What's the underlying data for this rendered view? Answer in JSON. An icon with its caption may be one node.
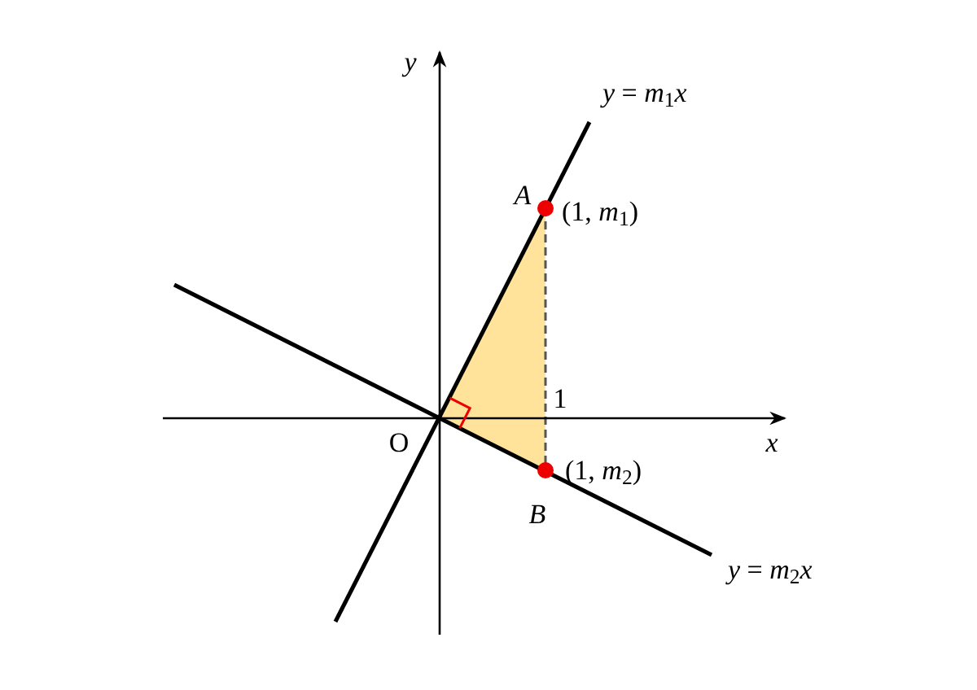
{
  "diagram": {
    "labels": [
      "*y*",
      "*y* = *m*$_{1}$*x*",
      "*A*",
      "(1, *m*$_{1}$)",
      "1",
      "O",
      "*x*",
      "(1, *m*$_{2}$)",
      "*B*",
      "*y* = *m*$_{2}$*x*"
    ]
  }
}
